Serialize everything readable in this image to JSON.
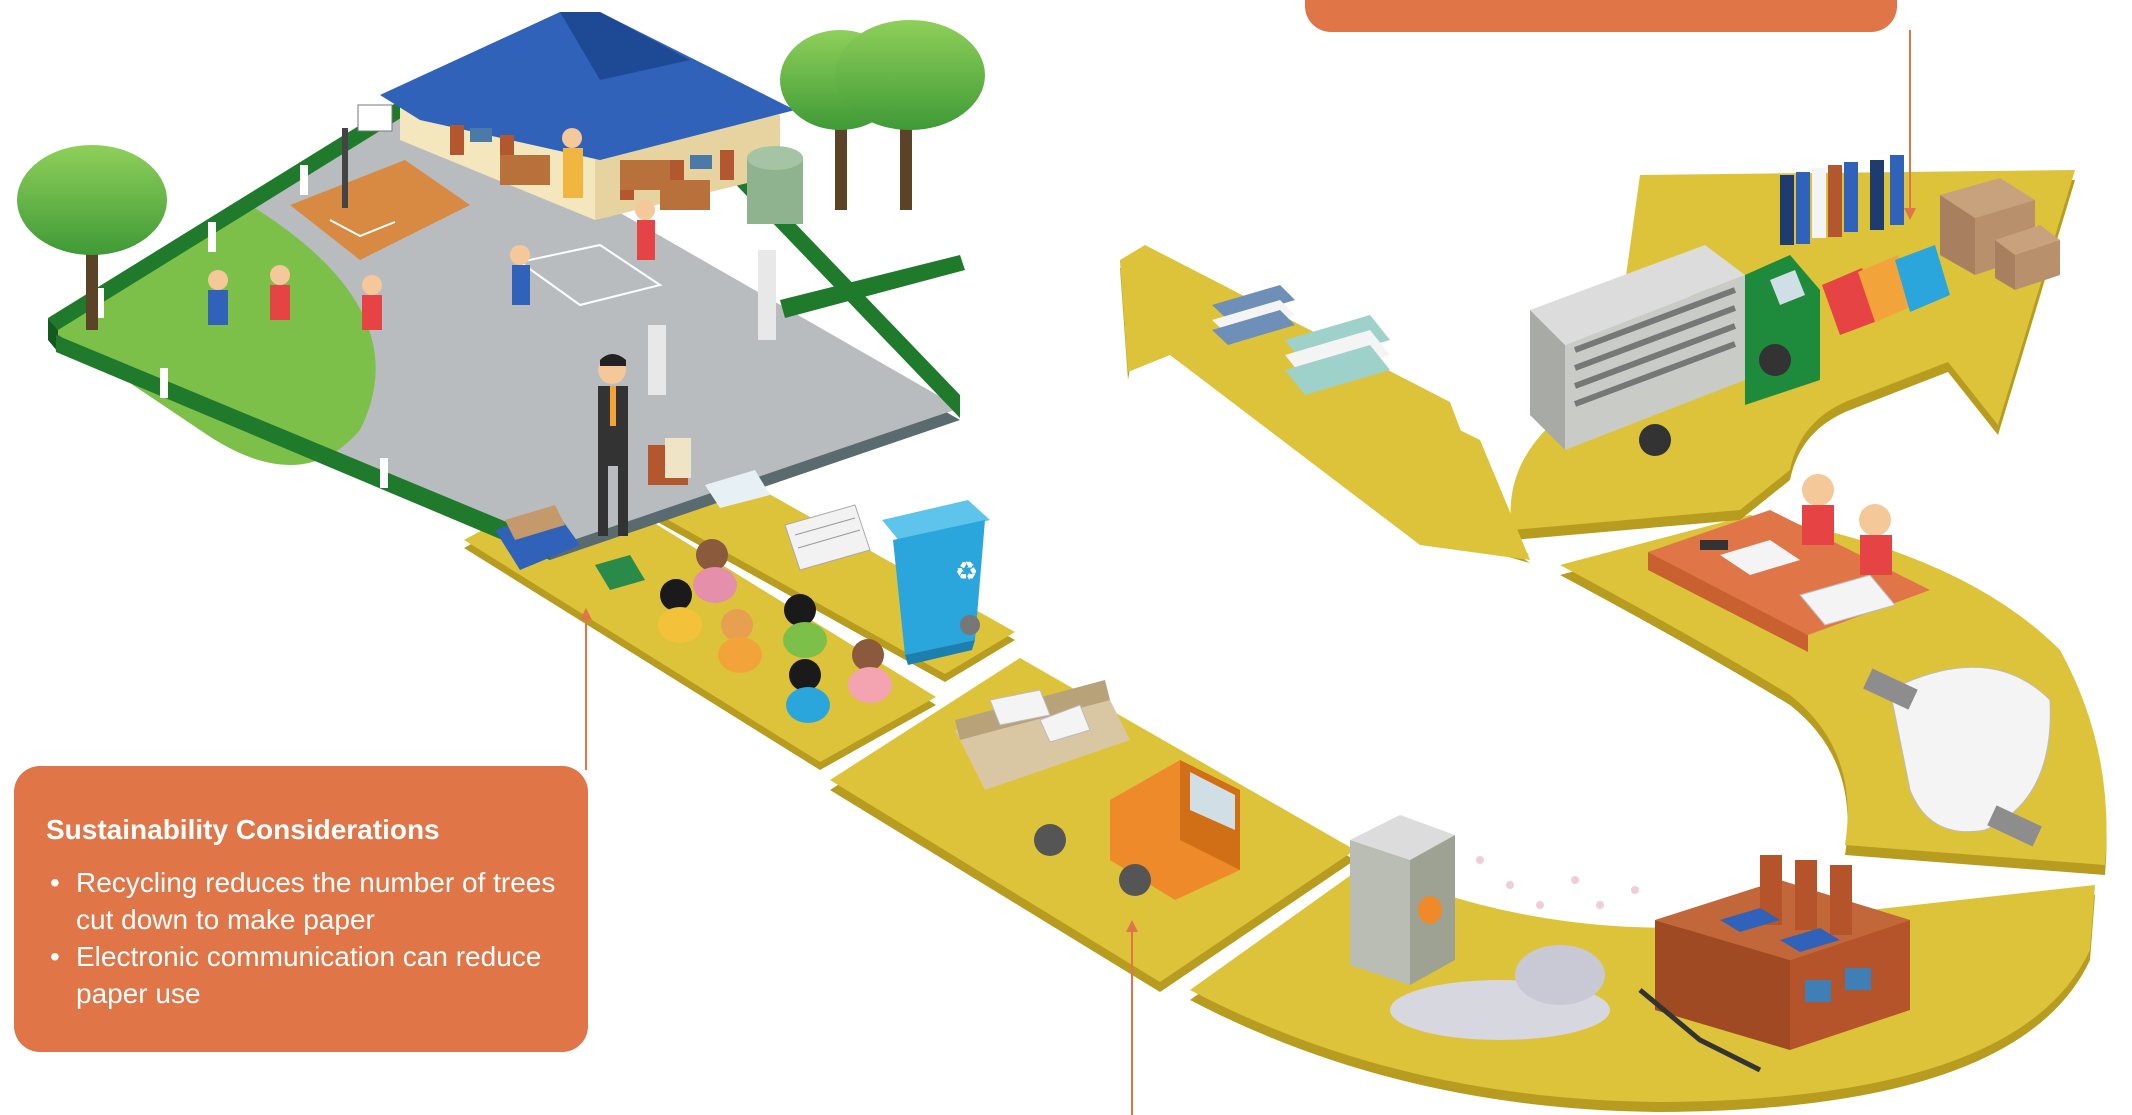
{
  "callouts": {
    "top": {
      "text": ""
    },
    "left": {
      "title": "Sustainability Considerations",
      "bullet_glyph": "•",
      "items": [
        "Recycling reduces the number of trees cut down to make paper",
        "Electronic communication can reduce paper use"
      ]
    }
  },
  "colors": {
    "path": "#dcc33a",
    "path_dark": "#b79c20",
    "callout": "#e07548",
    "grass": "#7cc04a",
    "hedge": "#1f7a2c",
    "roof": "#2f62b8",
    "concrete": "#b8bcbf",
    "bin": "#2aa6dc",
    "truck_orange": "#ee8a2a",
    "truck_green": "#1e8a3c",
    "brick": "#b5542b"
  },
  "icons": {
    "school": "school-building-icon",
    "teacher": "teacher-figure-icon",
    "children": "children-group-icon",
    "recycle_bin": "recycle-bin-icon",
    "collection_truck": "collection-truck-icon",
    "shredder": "shredder-machine-icon",
    "factory": "paper-factory-icon",
    "paper_roll": "paper-roll-icon",
    "workers": "workers-at-table-icon",
    "delivery_truck": "delivery-truck-icon",
    "books": "book-stack-icon",
    "boxes": "cardboard-box-icon",
    "magazines": "magazines-icon"
  }
}
